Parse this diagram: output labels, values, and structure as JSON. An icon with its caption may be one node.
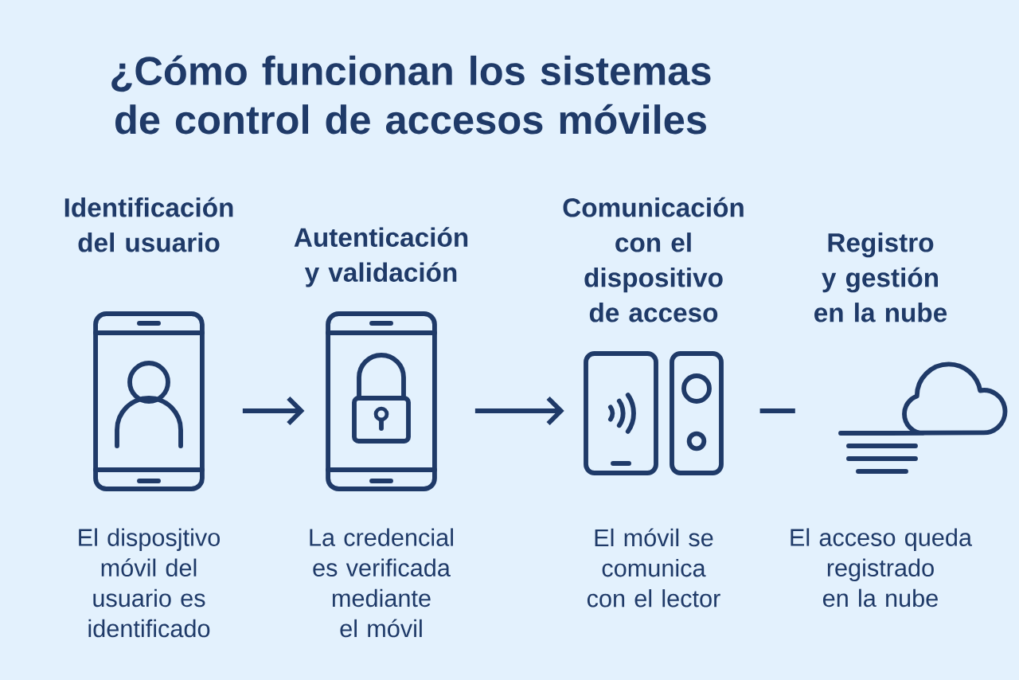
{
  "diagram": {
    "title": "¿Cómo funcionan los sistemas de control de accesos móviles",
    "nodes": [
      {
        "text": [
          "Identificación del usuario",
          "El disposjtivo móvil del usuario es identificado"
        ]
      },
      {
        "text": [
          "Autenticación y validación",
          "La credencial es verificada mediante el móvil"
        ]
      },
      {
        "text": [
          "Comunicación con el dispositivo de acceso",
          "El móvil se comunica con el lector"
        ]
      },
      {
        "text": [
          "Registro y gestión en la nube",
          "El acceso queda registrado en la nube"
        ]
      }
    ],
    "edges": [
      {
        "from": 0,
        "to": 1,
        "arrow": "to"
      },
      {
        "from": 1,
        "to": 2,
        "arrow": "to"
      },
      {
        "from": 2,
        "to": 3,
        "arrow": "none"
      }
    ]
  }
}
